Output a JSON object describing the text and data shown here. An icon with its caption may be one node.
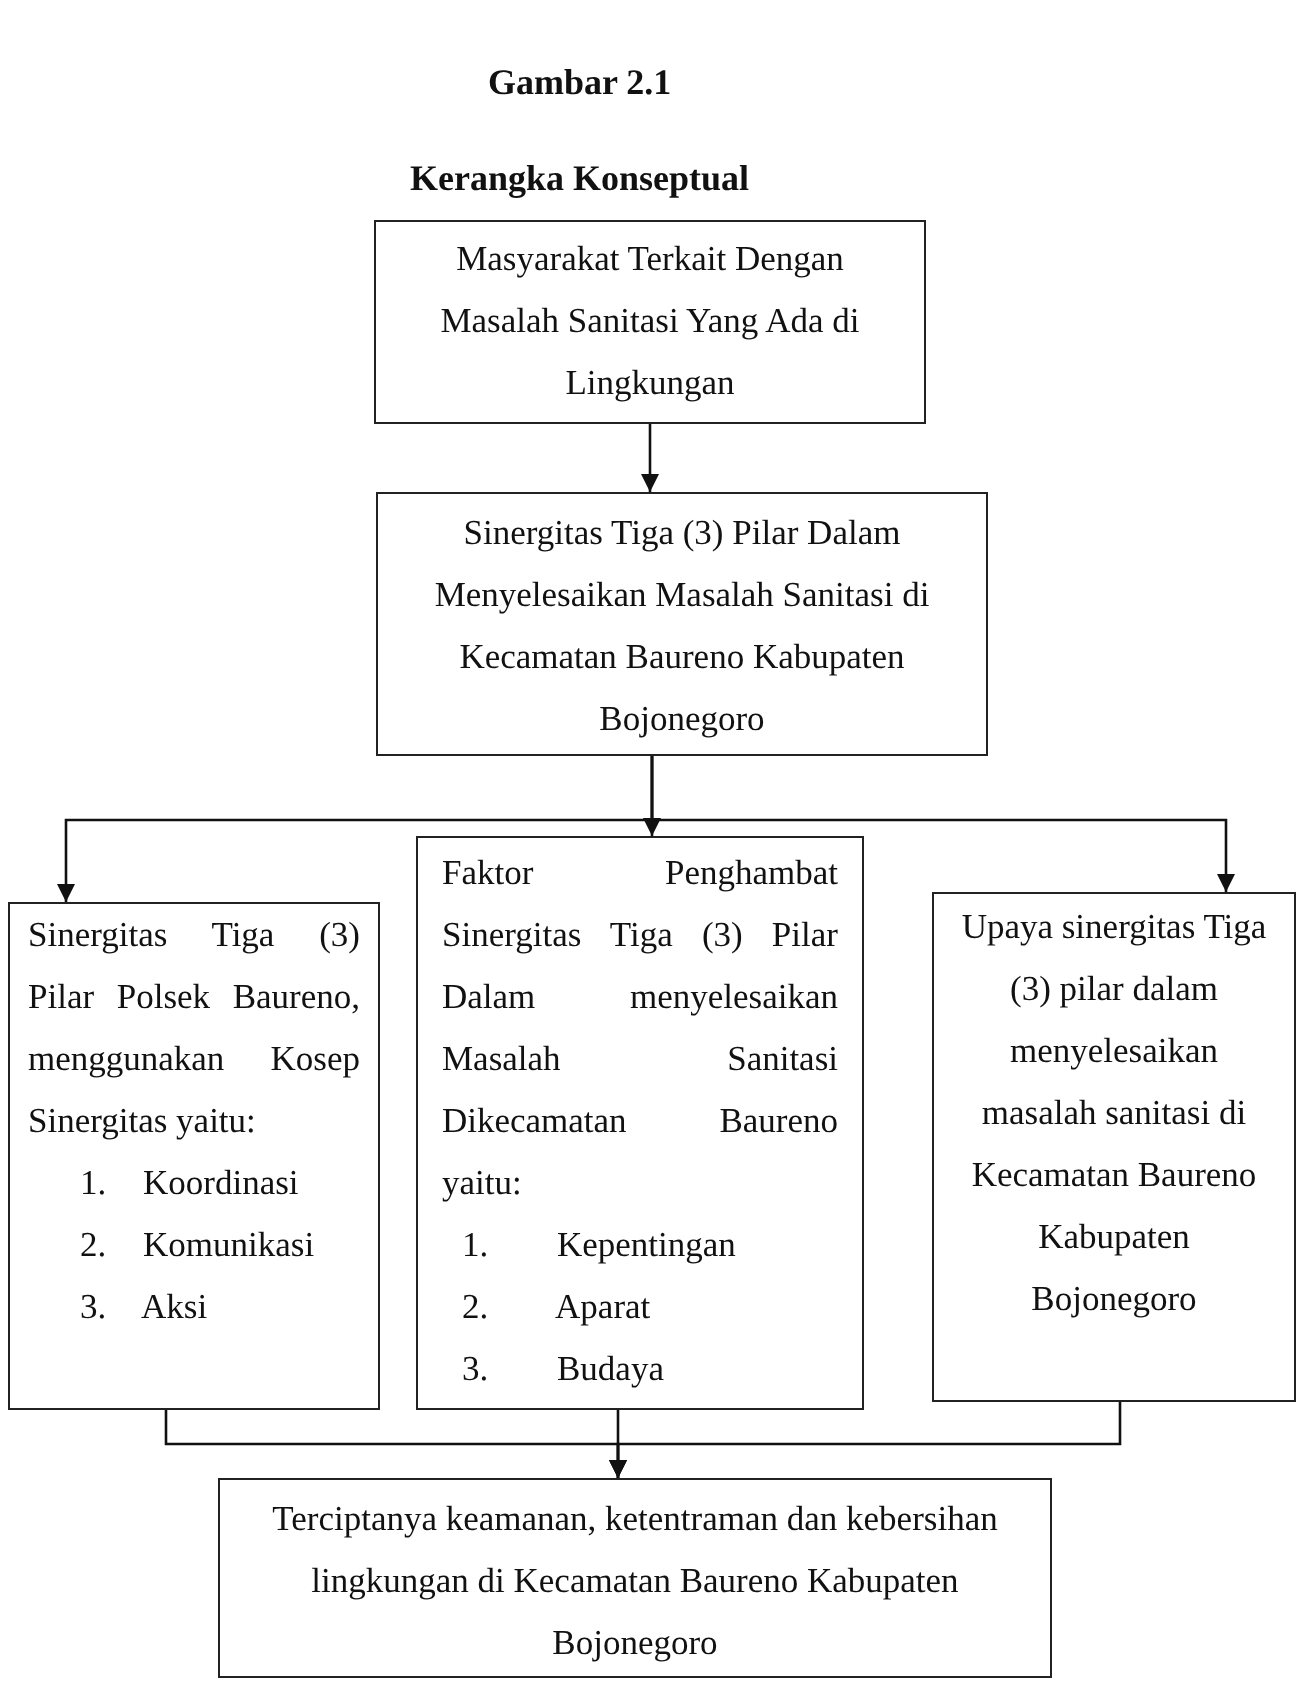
{
  "diagram": {
    "title": "Kerangka Konseptual",
    "nodes": [
      {
        "text": [
          "Masyarakat Terkait Dengan Masalah Sanitasi Yang Ada di Lingkungan"
        ]
      },
      {
        "text": [
          "Sinergitas Tiga (3) Pilar Dalam Menyelesaikan Masalah Sanitasi di Kecamatan Baureno Kabupaten Bojonegoro"
        ]
      },
      {
        "text": [
          "Sinergitas Tiga (3) Pilar Polsek Baureno, menggunakan Kosep Sinergitas yaitu:",
          "1. Koordinasi",
          "2. Komunikasi",
          "3. Aksi"
        ]
      },
      {
        "text": [
          "Faktor Penghambat Sinergitas Tiga (3) Pilar Dalam menyelesaikan Masalah Sanitasi Dikecamatan Baureno yaitu:",
          "1. Kepentingan",
          "2. Aparat",
          "3. Budaya"
        ]
      },
      {
        "text": [
          "Upaya sinergitas Tiga (3) pilar dalam menyelesaikan masalah sanitasi di Kecamatan Baureno Kabupaten Bojonegoro"
        ]
      },
      {
        "text": [
          "Terciptanya keamanan, ketentraman dan kebersihan lingkungan di Kecamatan Baureno Kabupaten Bojonegoro"
        ]
      }
    ],
    "edges": [
      {
        "from": 0,
        "to": 1,
        "arrow": "to"
      },
      {
        "from": 1,
        "to": 2,
        "arrow": "to"
      },
      {
        "from": 1,
        "to": 3,
        "arrow": "to"
      },
      {
        "from": 1,
        "to": 4,
        "arrow": "to"
      },
      {
        "from": 2,
        "to": 5,
        "arrow": "to"
      },
      {
        "from": 3,
        "to": 5,
        "arrow": "to"
      },
      {
        "from": 4,
        "to": 5,
        "arrow": "to"
      }
    ],
    "labels": [
      "Gambar 2.1"
    ]
  }
}
